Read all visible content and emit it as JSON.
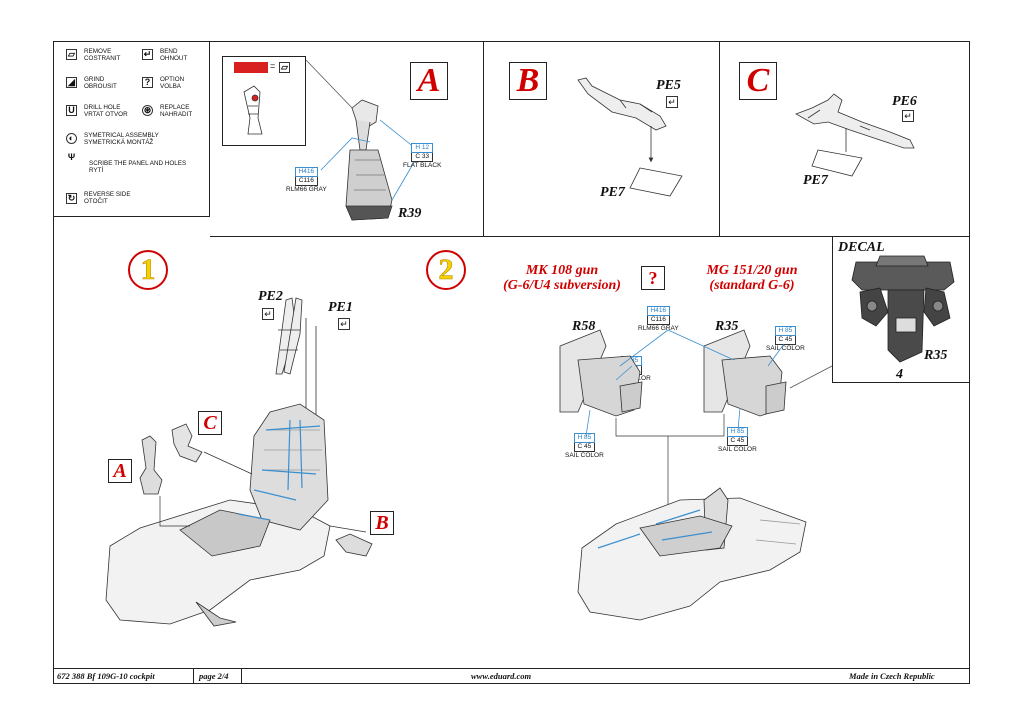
{
  "legend": {
    "remove": [
      "REMOVE",
      "COSTRANIT"
    ],
    "bend": [
      "BEND",
      "OHNOUT"
    ],
    "grind": [
      "GRIND",
      "OBROUSIT"
    ],
    "option": [
      "OPTION",
      "VOLBA"
    ],
    "drill": [
      "DRILL HOLE",
      "VRTAT OTVOR"
    ],
    "replace": [
      "REPLACE",
      "NAHRADIT"
    ],
    "symmetrical": [
      "SYMETRICAL ASSEMBLY",
      "SYMETRICKÁ MONTÁŽ"
    ],
    "scribe": [
      "SCRIBE THE PANEL AND HOLES",
      "RYTÍ"
    ],
    "reverse": [
      "REVERSE SIDE",
      "OTOČIT"
    ]
  },
  "subassemblies": {
    "A": "A",
    "B": "B",
    "C": "C"
  },
  "parts": {
    "R39": "R39",
    "PE5": "PE5",
    "PE6": "PE6",
    "PE7": "PE7",
    "PE1": "PE1",
    "PE2": "PE2",
    "R58": "R58",
    "R35": "R35",
    "decal_num": "4"
  },
  "paints": {
    "h12": {
      "h": "H 12",
      "c": "C 33",
      "name": "FLAT BLACK"
    },
    "h416": {
      "h": "H416",
      "c": "C116",
      "name": "RLM66 GRAY"
    },
    "h85": {
      "h": "H 85",
      "c": "C 45",
      "name": "SAIL COLOR"
    }
  },
  "steps": {
    "one": "1",
    "two": "2",
    "mk108": [
      "MK 108 gun",
      "(G-6/U4 subversion)"
    ],
    "mg151": [
      "MG 151/20 gun",
      "(standard G-6)"
    ],
    "option_mark": "?",
    "decal": "DECAL"
  },
  "footer": {
    "kit": "672 388  Bf 109G-10 cockpit",
    "page": "page 2/4",
    "url": "www.eduard.com",
    "made": "Made in Czech Republic"
  },
  "colors": {
    "accent_red": "#d10000",
    "paint_blue": "#3a8fd0",
    "step_yellow": "#f2d200"
  }
}
